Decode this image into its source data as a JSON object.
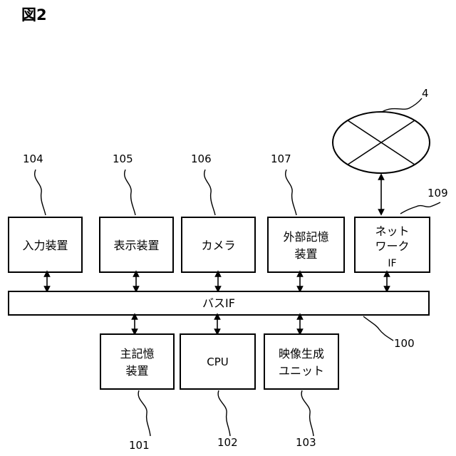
{
  "figure_title": "図2",
  "bus": {
    "label": "バスIF",
    "ref": "100"
  },
  "top_blocks": [
    {
      "name": "input-device",
      "lines": [
        "入力装置"
      ],
      "ref": "104"
    },
    {
      "name": "display-device",
      "lines": [
        "表示装置"
      ],
      "ref": "105"
    },
    {
      "name": "camera",
      "lines": [
        "カメラ"
      ],
      "ref": "106"
    },
    {
      "name": "external-storage",
      "lines": [
        "外部記憶",
        "装置"
      ],
      "ref": "107"
    },
    {
      "name": "network-if",
      "lines": [
        "ネット",
        "ワーク",
        "IF"
      ],
      "ref": "109"
    }
  ],
  "bottom_blocks": [
    {
      "name": "main-storage",
      "lines": [
        "主記憶",
        "装置"
      ],
      "ref": "101"
    },
    {
      "name": "cpu",
      "lines": [
        "CPU"
      ],
      "ref": "102"
    },
    {
      "name": "video-generation-unit",
      "lines": [
        "映像生成",
        "ユニット"
      ],
      "ref": "103"
    }
  ],
  "network": {
    "ref": "4"
  }
}
